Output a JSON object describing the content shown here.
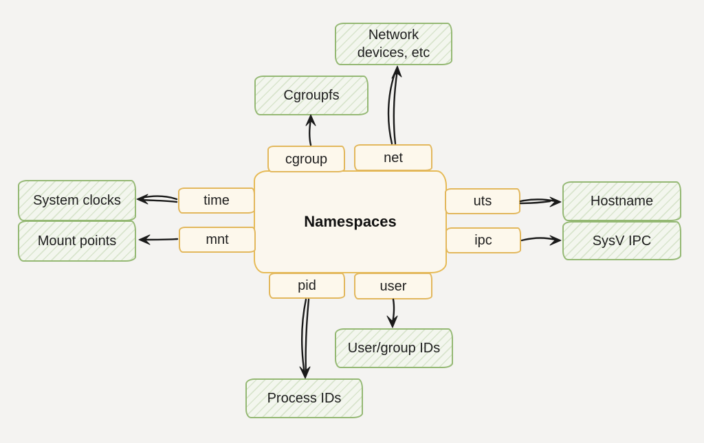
{
  "diagram": {
    "title": "Linux namespaces diagram",
    "nodes": {
      "center": {
        "label": "Namespaces"
      },
      "cgroup": {
        "label": "cgroup"
      },
      "net": {
        "label": "net"
      },
      "time": {
        "label": "time"
      },
      "mnt": {
        "label": "mnt"
      },
      "uts": {
        "label": "uts"
      },
      "ipc": {
        "label": "ipc"
      },
      "pid": {
        "label": "pid"
      },
      "user": {
        "label": "user"
      },
      "cgroupfs": {
        "label": "Cgroupfs"
      },
      "network_devices": {
        "label": "Network devices, etc"
      },
      "system_clocks": {
        "label": "System clocks"
      },
      "mount_points": {
        "label": "Mount points"
      },
      "hostname": {
        "label": "Hostname"
      },
      "sysv_ipc": {
        "label": "SysV IPC"
      },
      "user_group_ids": {
        "label": "User/group IDs"
      },
      "process_ids": {
        "label": "Process IDs"
      }
    },
    "edges": [
      {
        "from": "cgroup",
        "to": "cgroupfs"
      },
      {
        "from": "net",
        "to": "network_devices"
      },
      {
        "from": "time",
        "to": "system_clocks"
      },
      {
        "from": "mnt",
        "to": "mount_points"
      },
      {
        "from": "uts",
        "to": "hostname"
      },
      {
        "from": "ipc",
        "to": "sysv_ipc"
      },
      {
        "from": "pid",
        "to": "process_ids"
      },
      {
        "from": "user",
        "to": "user_group_ids"
      }
    ],
    "colors": {
      "background": "#f4f3f1",
      "namespace_border": "#e2b75c",
      "namespace_fill": "#fdf8ec",
      "resource_border": "#94b873",
      "resource_fill": "#f3f6ee",
      "arrow": "#1a1a1a",
      "text": "#1d1d1d"
    }
  }
}
